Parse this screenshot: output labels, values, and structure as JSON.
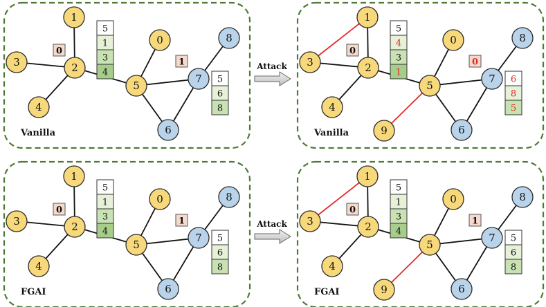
{
  "colors": {
    "frame": "#4e7a35",
    "node_yellow": "#f7d97c",
    "node_blue": "#b9d3ea",
    "node_stroke": "#2b2b2b",
    "edge": "#111111",
    "attack_edge": "#e12a2a",
    "badge_fill": "#f5d9cc",
    "stack_shades": [
      "#ffffff",
      "#e6f1d8",
      "#c9e2b3",
      "#a6ce8a"
    ],
    "normal_text": "#111111",
    "perturbed_text": "#e12a2a"
  },
  "arrow_label": "Attack",
  "panels": [
    {
      "id": "vanilla-clean",
      "label": "Vanilla",
      "nodes": [
        {
          "label": "0",
          "color": "yellow"
        },
        {
          "label": "1",
          "color": "yellow"
        },
        {
          "label": "2",
          "color": "yellow"
        },
        {
          "label": "3",
          "color": "yellow"
        },
        {
          "label": "4",
          "color": "yellow"
        },
        {
          "label": "5",
          "color": "yellow"
        },
        {
          "label": "6",
          "color": "blue"
        },
        {
          "label": "7",
          "color": "blue"
        },
        {
          "label": "8",
          "color": "blue"
        }
      ],
      "badges": [
        {
          "label": "0",
          "perturbed": false
        },
        {
          "label": "1",
          "perturbed": false
        }
      ],
      "stack_left": [
        {
          "label": "5",
          "perturbed": false
        },
        {
          "label": "1",
          "perturbed": false
        },
        {
          "label": "3",
          "perturbed": false
        },
        {
          "label": "4",
          "perturbed": false
        }
      ],
      "stack_right": [
        {
          "label": "5",
          "perturbed": false
        },
        {
          "label": "6",
          "perturbed": false
        },
        {
          "label": "8",
          "perturbed": false
        }
      ]
    },
    {
      "id": "vanilla-attacked",
      "label": "Vanilla",
      "nodes": [
        {
          "label": "0",
          "color": "yellow"
        },
        {
          "label": "1",
          "color": "yellow"
        },
        {
          "label": "2",
          "color": "yellow"
        },
        {
          "label": "3",
          "color": "yellow"
        },
        {
          "label": "4",
          "color": "yellow"
        },
        {
          "label": "5",
          "color": "yellow"
        },
        {
          "label": "6",
          "color": "blue"
        },
        {
          "label": "7",
          "color": "blue"
        },
        {
          "label": "8",
          "color": "blue"
        },
        {
          "label": "9",
          "color": "yellow"
        }
      ],
      "badges": [
        {
          "label": "0",
          "perturbed": false
        },
        {
          "label": "0",
          "perturbed": true
        }
      ],
      "stack_left": [
        {
          "label": "5",
          "perturbed": false
        },
        {
          "label": "4",
          "perturbed": true
        },
        {
          "label": "3",
          "perturbed": false
        },
        {
          "label": "1",
          "perturbed": true
        }
      ],
      "stack_right": [
        {
          "label": "6",
          "perturbed": true
        },
        {
          "label": "8",
          "perturbed": true
        },
        {
          "label": "5",
          "perturbed": true
        }
      ]
    },
    {
      "id": "fgai-clean",
      "label": "FGAI",
      "nodes": [
        {
          "label": "0",
          "color": "yellow"
        },
        {
          "label": "1",
          "color": "yellow"
        },
        {
          "label": "2",
          "color": "yellow"
        },
        {
          "label": "3",
          "color": "yellow"
        },
        {
          "label": "4",
          "color": "yellow"
        },
        {
          "label": "5",
          "color": "yellow"
        },
        {
          "label": "6",
          "color": "blue"
        },
        {
          "label": "7",
          "color": "blue"
        },
        {
          "label": "8",
          "color": "blue"
        }
      ],
      "badges": [
        {
          "label": "0",
          "perturbed": false
        },
        {
          "label": "1",
          "perturbed": false
        }
      ],
      "stack_left": [
        {
          "label": "5",
          "perturbed": false
        },
        {
          "label": "1",
          "perturbed": false
        },
        {
          "label": "3",
          "perturbed": false
        },
        {
          "label": "4",
          "perturbed": false
        }
      ],
      "stack_right": [
        {
          "label": "5",
          "perturbed": false
        },
        {
          "label": "6",
          "perturbed": false
        },
        {
          "label": "8",
          "perturbed": false
        }
      ]
    },
    {
      "id": "fgai-attacked",
      "label": "FGAI",
      "nodes": [
        {
          "label": "0",
          "color": "yellow"
        },
        {
          "label": "1",
          "color": "yellow"
        },
        {
          "label": "2",
          "color": "yellow"
        },
        {
          "label": "3",
          "color": "yellow"
        },
        {
          "label": "4",
          "color": "yellow"
        },
        {
          "label": "5",
          "color": "yellow"
        },
        {
          "label": "6",
          "color": "blue"
        },
        {
          "label": "7",
          "color": "blue"
        },
        {
          "label": "8",
          "color": "blue"
        },
        {
          "label": "9",
          "color": "yellow"
        }
      ],
      "badges": [
        {
          "label": "0",
          "perturbed": false
        },
        {
          "label": "1",
          "perturbed": false
        }
      ],
      "stack_left": [
        {
          "label": "5",
          "perturbed": false
        },
        {
          "label": "1",
          "perturbed": false
        },
        {
          "label": "3",
          "perturbed": false
        },
        {
          "label": "4",
          "perturbed": false
        }
      ],
      "stack_right": [
        {
          "label": "5",
          "perturbed": false
        },
        {
          "label": "6",
          "perturbed": false
        },
        {
          "label": "8",
          "perturbed": false
        }
      ]
    }
  ]
}
